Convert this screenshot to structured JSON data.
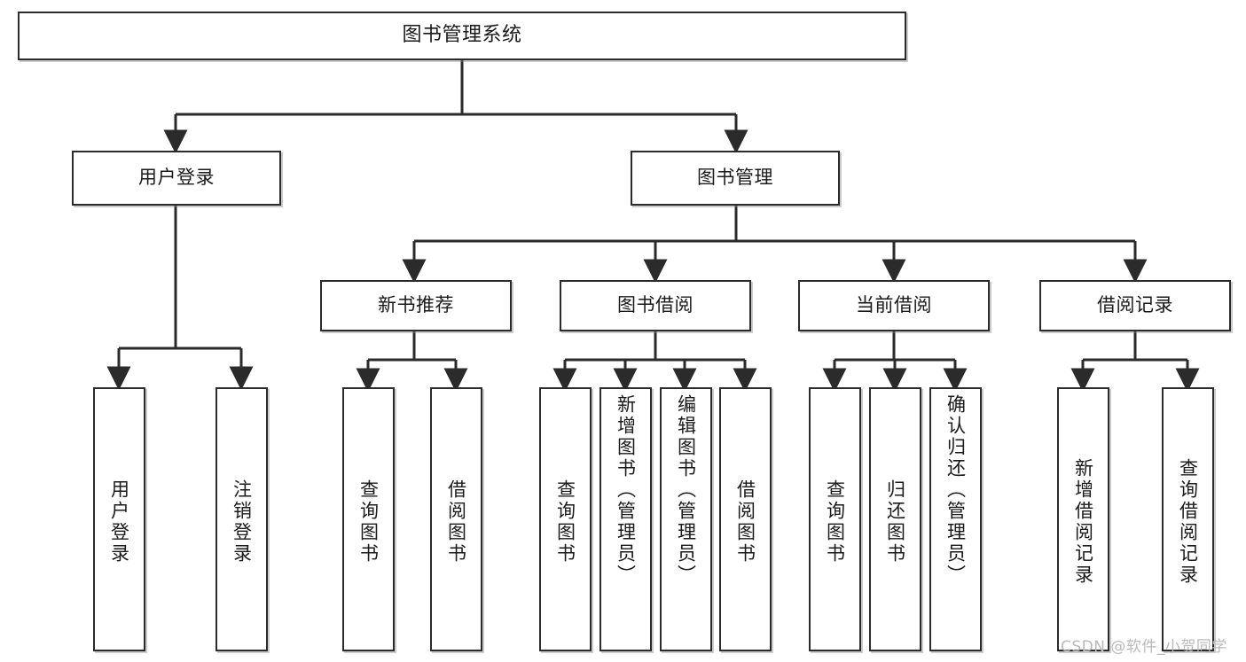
{
  "diagram": {
    "type": "tree-hierarchy-chart",
    "title": "图书管理系统",
    "line_color": "#2b2b2b",
    "box_fill": "#ffffff",
    "text_color": "#1a1a1a",
    "nodes": {
      "root": {
        "label": "图书管理系统"
      },
      "level2": [
        {
          "id": "user-login",
          "label": "用户登录"
        },
        {
          "id": "book-management",
          "label": "图书管理"
        }
      ],
      "level3": [
        {
          "id": "new-book-recommend",
          "label": "新书推荐"
        },
        {
          "id": "book-borrow",
          "label": "图书借阅"
        },
        {
          "id": "current-borrow",
          "label": "当前借阅"
        },
        {
          "id": "borrow-record",
          "label": "借阅记录"
        }
      ],
      "leaves": {
        "user_login": [
          {
            "id": "leaf-user-login",
            "label": "用户登录"
          },
          {
            "id": "leaf-logout-login",
            "label": "注销登录"
          }
        ],
        "new_book_recommend": [
          {
            "id": "leaf-query-book-1",
            "label": "查询图书"
          },
          {
            "id": "leaf-borrow-book-1",
            "label": "借阅图书"
          }
        ],
        "book_borrow": [
          {
            "id": "leaf-query-book-2",
            "label": "查询图书"
          },
          {
            "id": "leaf-add-book",
            "label": "新增图书（管理员）"
          },
          {
            "id": "leaf-edit-book",
            "label": "编辑图书（管理员）"
          },
          {
            "id": "leaf-borrow-book-2",
            "label": "借阅图书"
          }
        ],
        "current_borrow": [
          {
            "id": "leaf-query-book-3",
            "label": "查询图书"
          },
          {
            "id": "leaf-return-book",
            "label": "归还图书"
          },
          {
            "id": "leaf-confirm-return",
            "label": "确认归还（管理员）"
          }
        ],
        "borrow_record": [
          {
            "id": "leaf-add-borrow-record",
            "label": "新增借阅记录"
          },
          {
            "id": "leaf-query-borrow-record",
            "label": "查询借阅记录"
          }
        ]
      }
    },
    "watermark": "CSDN @软件_小贺同学"
  }
}
